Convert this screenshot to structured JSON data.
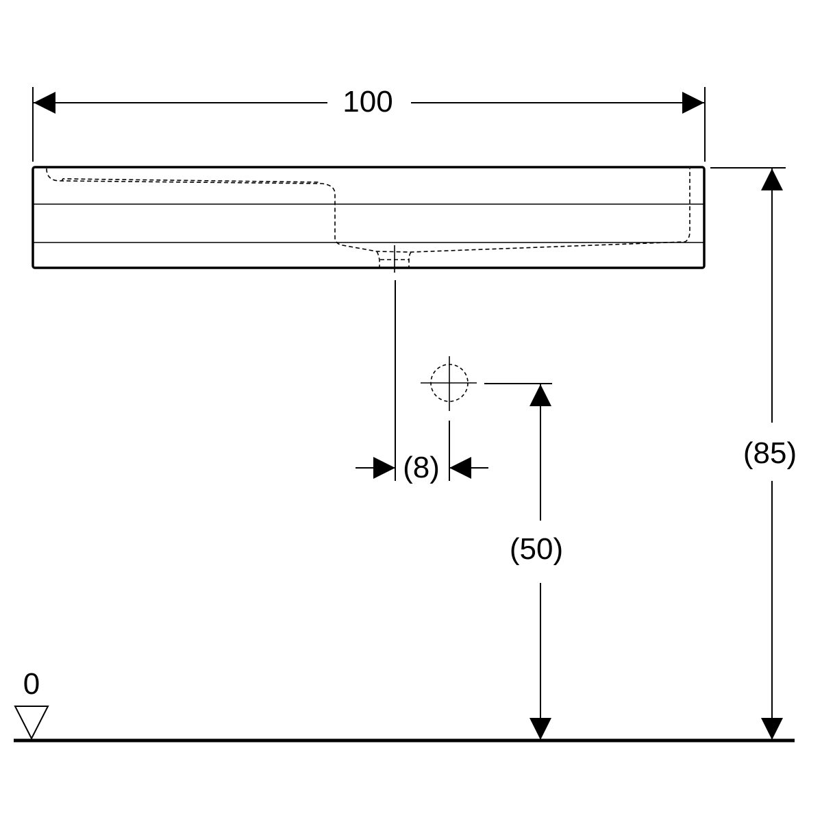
{
  "dimensions": {
    "width": "100",
    "total_height": "(85)",
    "drain_height": "(50)",
    "drain_offset": "(8)"
  },
  "floor_label": "0",
  "colors": {
    "line": "#000000",
    "background": "#ffffff"
  }
}
